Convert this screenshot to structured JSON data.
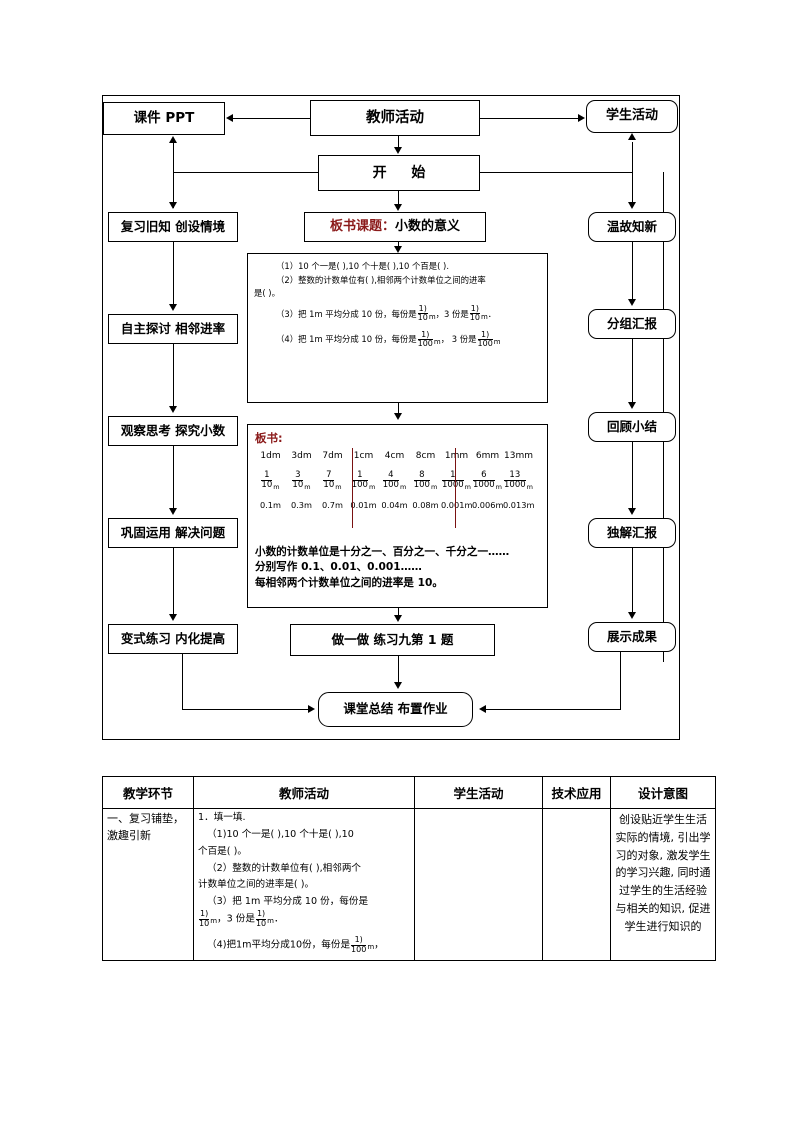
{
  "flowchart": {
    "nodes": {
      "courseware": "课件 PPT",
      "teacher_activity": "教师活动",
      "student_activity": "学生活动",
      "start": "开  始",
      "title_prefix": "板书课题：",
      "title_main": "小数的意义",
      "left": [
        "复习旧知  创设情境",
        "自主探讨  相邻进率",
        "观察思考  探究小数",
        "巩固运用  解决问题",
        "变式练习  内化提高"
      ],
      "right": [
        "温故知新",
        "分组汇报",
        "回顾小结",
        "独解汇报",
        "展示成果"
      ],
      "do_it": "做一做  练习九第 1 题",
      "summary": "课堂总结  布置作业"
    },
    "exercise_panel": {
      "line1": "（1）10 个一是(    ),10 个十是(      ),10 个百是(     ).",
      "line2": "（2）整数的计数单位有(     ),相邻两个计数单位之间的进率",
      "line2b": "是(     )。",
      "line3_a": "（3）把 1m 平均分成 10 份，每份是",
      "line3_b": "，3 份是",
      "line3_c": "．",
      "line4_a": "（4）把 1m 平均分成 10 份，每份是",
      "line4_b": "，  3 份是",
      "frac10_num": "1)",
      "frac10_den": "10",
      "frac100_num": "1)",
      "frac100_den": "100",
      "unit_m": "m"
    },
    "blackboard": {
      "title": "板书:",
      "row_lengths": [
        "1dm",
        "3dm",
        "7dm",
        "1cm",
        "4cm",
        "8cm",
        "1mm",
        "6mm",
        "13mm"
      ],
      "row_fraction_num": [
        "1",
        "3",
        "7",
        "1",
        "4",
        "8",
        "1",
        "6",
        "13"
      ],
      "row_fraction_den": [
        "10",
        "10",
        "10",
        "100",
        "100",
        "100",
        "1000",
        "1000",
        "1000"
      ],
      "row_unit": "m",
      "row_decimals": [
        "0.1m",
        "0.3m",
        "0.7m",
        "0.01m",
        "0.04m",
        "0.08m",
        "0.001m",
        "0.006m",
        "0.013m"
      ],
      "conclusion_1": "小数的计数单位是十分之一、百分之一、千分之一……",
      "conclusion_2": "分别写作 0.1、0.01、0.001……",
      "conclusion_3": "每相邻两个计数单位之间的进率是 10。",
      "divider_color": "#7a1212",
      "title_color": "#8B1A1A"
    }
  },
  "table": {
    "headers": [
      "教学环节",
      "教师活动",
      "学生活动",
      "技术应用",
      "设计意图"
    ],
    "row": {
      "stage": "一、复习铺垫，激趣引新",
      "teacher": {
        "l0": "1．填一填.",
        "l1": "（1)10 个一是(     ),10 个十是(       ),10",
        "l2": "个百是(      )。",
        "l3": "（2）整数的计数单位有(     ),相邻两个",
        "l4": "计数单位之间的进率是(      )。",
        "l5": "（3）把 1m 平均分成 10 份，每份是",
        "l6_b": "，3 份是",
        "l6_c": "．",
        "l7_a": "（4)把1m平均分成10份，每份是",
        "l7_b": "，",
        "frac10_num": "1)",
        "frac10_den": "10",
        "frac100_num": "1)",
        "frac100_den": "100",
        "unit_m": "m"
      },
      "student": "",
      "technology": "",
      "intent": "创设贴近学生生活实际的情境, 引出学习的对象, 激发学生的学习兴趣, 同时通过学生的生活经验与相关的知识, 促进学生进行知识的"
    }
  }
}
